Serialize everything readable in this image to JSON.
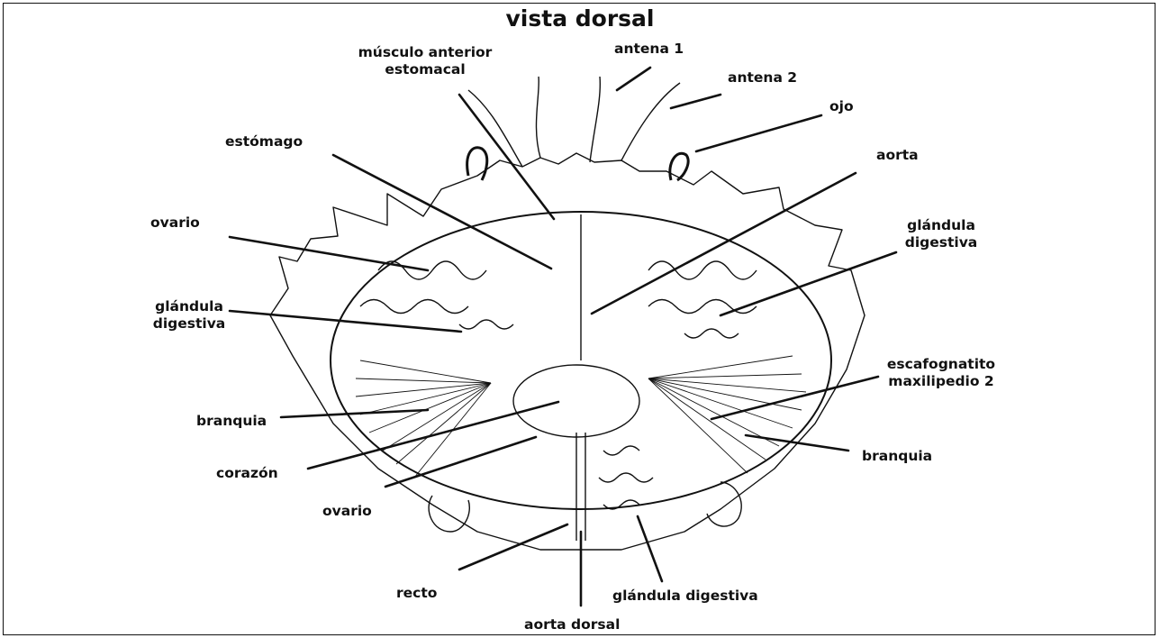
{
  "title": "vista dorsal",
  "labels": {
    "musculo": "músculo anterior\nestomacal",
    "antena1": "antena 1",
    "antena2": "antena 2",
    "ojo": "ojo",
    "estomago": "estómago",
    "aorta": "aorta",
    "ovario_top": "ovario",
    "glandula_right": "glándula\ndigestiva",
    "glandula_left": "glándula\ndigestiva",
    "escafognatito": "escafognatito\nmaxilipedio 2",
    "branquia_left": "branquia",
    "branquia_right": "branquia",
    "corazon": "corazón",
    "ovario_bottom": "ovario",
    "recto": "recto",
    "glandula_bottom": "glándula digestiva",
    "aorta_dorsal": "aorta dorsal"
  },
  "colors": {
    "line": "#111111",
    "background": "#ffffff"
  }
}
